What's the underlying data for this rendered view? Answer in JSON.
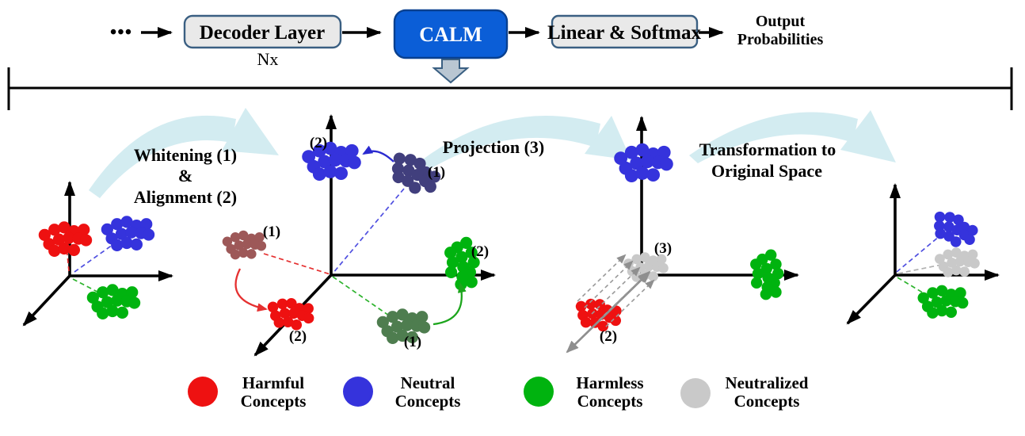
{
  "pipeline": {
    "ellipsis": "•••",
    "decoder": "Decoder Layer",
    "nx": "Nx",
    "calm": "CALM",
    "linear_softmax": "Linear & Softmax",
    "output1": "Output",
    "output2": "Probabilities"
  },
  "stages": {
    "whitening1": "Whitening (1)",
    "whitening2": "&",
    "whitening3": "Alignment (2)",
    "projection": "Projection (3)",
    "transform1": "Transformation to",
    "transform2": "Original Space"
  },
  "annotations": {
    "neutral_aligned": "(2)",
    "neutral_orig": "(1)",
    "harmful_orig": "(1)",
    "harmful_aligned": "(2)",
    "harmless_orig": "(1)",
    "harmless_aligned": "(2)",
    "projected": "(3)",
    "projected_src": "(2)"
  },
  "legend": [
    {
      "line1": "Harmful",
      "line2": "Concepts",
      "color": "#ee1111"
    },
    {
      "line1": "Neutral",
      "line2": "Concepts",
      "color": "#3533dc"
    },
    {
      "line1": "Harmless",
      "line2": "Concepts",
      "color": "#00b30f"
    },
    {
      "line1": "Neutralized",
      "line2": "Concepts",
      "color": "#c9c9c9"
    }
  ],
  "colors": {
    "calm_fill": "#0b5ed7",
    "box_fill": "#e9e9e9",
    "box_border": "#3a5f82",
    "block_arrow_fill": "#b9c6d2",
    "swoosh": "#d3ecf1",
    "harmful": "#ee1111",
    "neutral": "#3533dc",
    "harmless": "#00b30f",
    "neutralized": "#c9c9c9",
    "navy": "#413f7d",
    "brown": "#9d5858",
    "dark_green": "#4e7d4f",
    "dashed_red": "#e53030",
    "dashed_blue": "#4f4fe0",
    "dashed_green": "#2db32d",
    "dashed_gray": "#b0b0b0",
    "gray_arrow": "#8f8f8f"
  }
}
